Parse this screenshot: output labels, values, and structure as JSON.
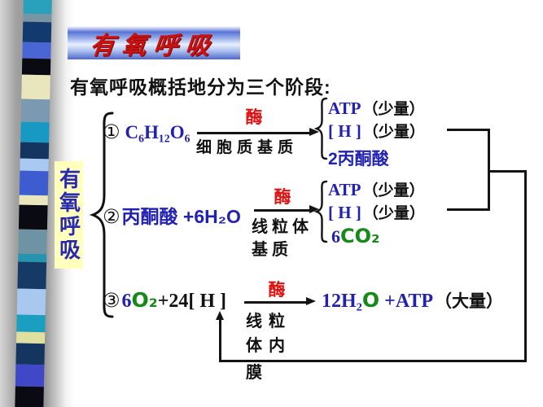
{
  "slide": {
    "title": "有氧呼吸",
    "subtitle": "有氧呼吸概括地分为三个阶段:",
    "side_label": "有氧呼吸"
  },
  "colors": {
    "formula_blue": "#2222b2",
    "oxygen_green": "#168a16",
    "enzyme_red": "#dd1111",
    "text_black": "#111111",
    "side_label_bg": "#ffffbe",
    "title_red": "#cc1111"
  },
  "stages": [
    {
      "number": "①",
      "reactant": "C₆H₁₂O₆",
      "enzyme": "酶",
      "location1": "细胞质基质",
      "products": [
        {
          "formula": "ATP",
          "amount": "（少量）"
        },
        {
          "formula": "[ H ]",
          "amount": "（少量）"
        },
        {
          "formula": "2丙酮酸",
          "amount": ""
        }
      ]
    },
    {
      "number": "②",
      "reactant": "丙酮酸 +6H₂O",
      "enzyme": "酶",
      "location1": "线粒体",
      "location2": "基质",
      "products": [
        {
          "formula": "ATP",
          "amount": "（少量）"
        },
        {
          "formula": "[ H ]",
          "amount": "（少量）"
        },
        {
          "coeff": "6",
          "formula": "CO₂",
          "amount": ""
        }
      ]
    },
    {
      "number": "③",
      "coeff": "6",
      "oxygen": "O₂",
      "reactant_rest": "+24[ H ]",
      "enzyme": "酶",
      "location1": "线粒",
      "location2": "体内",
      "location3": "膜",
      "product": {
        "water": "12H₂",
        "oxygen": "O",
        "atp": "+ATP",
        "amount": "（大量）"
      }
    }
  ],
  "strip": {
    "segments": [
      {
        "color": "#29a0bc",
        "h": 25
      },
      {
        "color": "#7795a5",
        "h": 10
      },
      {
        "color": "#123a6e",
        "h": 25
      },
      {
        "color": "#4a66d4",
        "h": 20
      },
      {
        "color": "#0a0a12",
        "h": 20
      },
      {
        "color": "#e9e5bc",
        "h": 30
      },
      {
        "color": "#7b9ab2",
        "h": 28
      },
      {
        "color": "#1899c4",
        "h": 25
      },
      {
        "color": "#14355f",
        "h": 20
      },
      {
        "color": "#a9c9f2",
        "h": 15
      },
      {
        "color": "#3c5cd0",
        "h": 30
      },
      {
        "color": "#e9e5bc",
        "h": 12
      },
      {
        "color": "#0a0a12",
        "h": 30
      },
      {
        "color": "#6e93a3",
        "h": 30
      },
      {
        "color": "#2794ad",
        "h": 10
      },
      {
        "color": "#163a66",
        "h": 33
      },
      {
        "color": "#a8c8f0",
        "h": 32
      },
      {
        "color": "#1a9fc0",
        "h": 21
      },
      {
        "color": "#dfe0a0",
        "h": 14
      },
      {
        "color": "#14355f",
        "h": 26
      },
      {
        "color": "#4048c8",
        "h": 27
      },
      {
        "color": "#0a0a12",
        "h": 33
      }
    ]
  }
}
